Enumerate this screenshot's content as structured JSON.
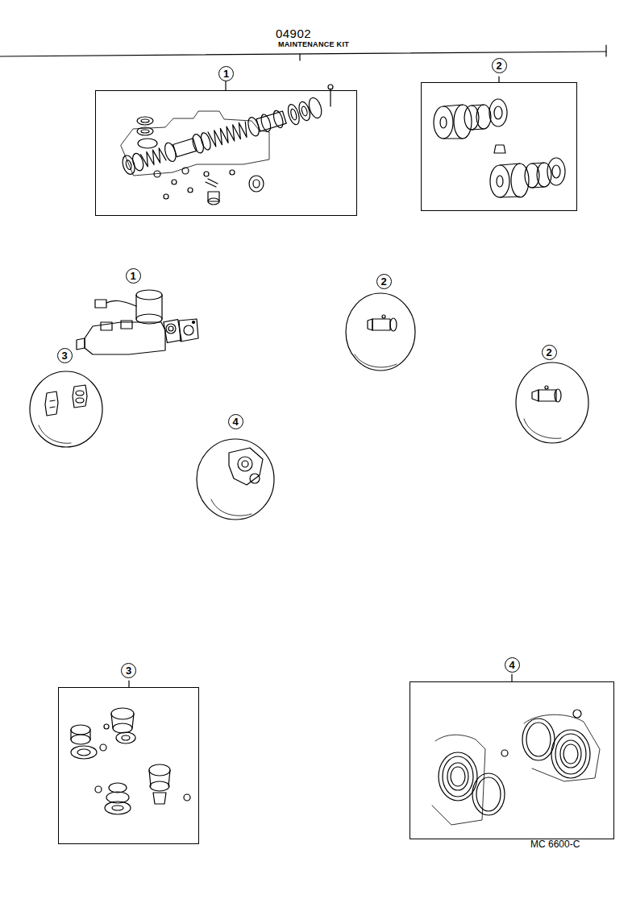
{
  "diagram": {
    "title": "04902",
    "nodes": [
      {
        "text": [
          "1"
        ]
      },
      {
        "text": [
          "2"
        ]
      },
      {
        "text": [
          "3"
        ]
      },
      {
        "text": [
          "4"
        ]
      }
    ],
    "labels": [
      "MAINTENANCE KIT",
      "1",
      "2",
      "2",
      "3",
      "4",
      "MC 6600-C"
    ]
  }
}
